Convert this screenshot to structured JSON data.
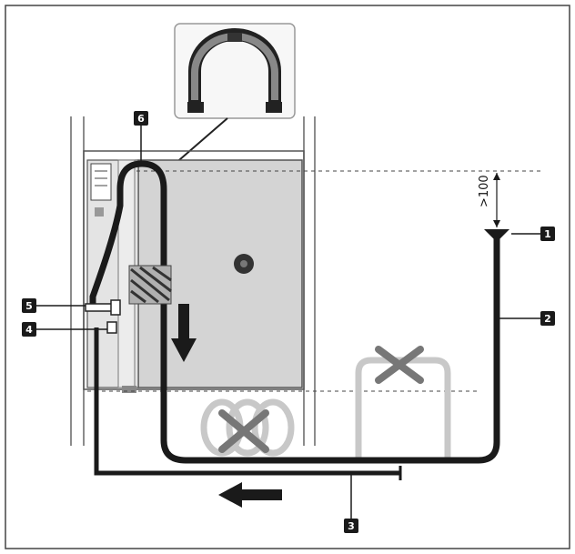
{
  "callouts": {
    "c1": "1",
    "c2": "2",
    "c3": "3",
    "c4": "4",
    "c5": "5",
    "c6": "6"
  },
  "dimension_label": ">100",
  "colors": {
    "hose": "#1a1a1a",
    "cabinet": "#d4d4d4",
    "wrong_hose": "#c8c8c8",
    "frame": "#666666"
  }
}
